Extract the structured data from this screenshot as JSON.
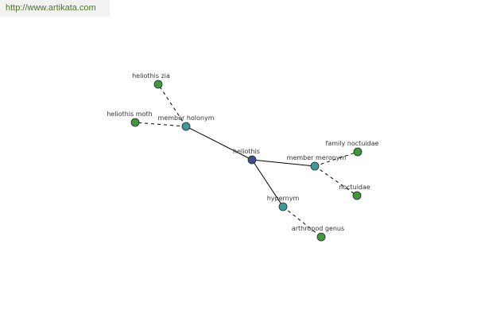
{
  "site": {
    "url_text": "http://www.artikata.com"
  },
  "colors": {
    "node_fill": "#3d9a94",
    "center_fill": "#3a4f8c",
    "leaf_fill": "#43963f",
    "edge": "#000000",
    "link_text": "#4a7a24"
  },
  "graph": {
    "center": "heliothis",
    "nodes": [
      {
        "id": "heliothis",
        "label": "heliothis",
        "kind": "center"
      },
      {
        "id": "member-holonym",
        "label": "member holonym",
        "kind": "relation"
      },
      {
        "id": "member-meronym",
        "label": "member meronym",
        "kind": "relation"
      },
      {
        "id": "hypernym",
        "label": "hypernym",
        "kind": "relation"
      },
      {
        "id": "heliothis-zia",
        "label": "heliothis zia",
        "kind": "term"
      },
      {
        "id": "heliothis-moth",
        "label": "heliothis moth",
        "kind": "term"
      },
      {
        "id": "family-noctuidae",
        "label": "family noctuidae",
        "kind": "term"
      },
      {
        "id": "noctuidae",
        "label": "noctuidae",
        "kind": "term"
      },
      {
        "id": "arthropod-genus",
        "label": "arthropod genus",
        "kind": "term"
      }
    ],
    "edges": [
      {
        "from": "heliothis",
        "to": "member-holonym",
        "style": "solid"
      },
      {
        "from": "heliothis",
        "to": "member-meronym",
        "style": "solid"
      },
      {
        "from": "heliothis",
        "to": "hypernym",
        "style": "solid"
      },
      {
        "from": "member-holonym",
        "to": "heliothis-zia",
        "style": "dashed"
      },
      {
        "from": "member-holonym",
        "to": "heliothis-moth",
        "style": "dashed"
      },
      {
        "from": "member-meronym",
        "to": "family-noctuidae",
        "style": "dashed"
      },
      {
        "from": "member-meronym",
        "to": "noctuidae",
        "style": "dashed"
      },
      {
        "from": "hypernym",
        "to": "arthropod-genus",
        "style": "dashed"
      }
    ]
  }
}
